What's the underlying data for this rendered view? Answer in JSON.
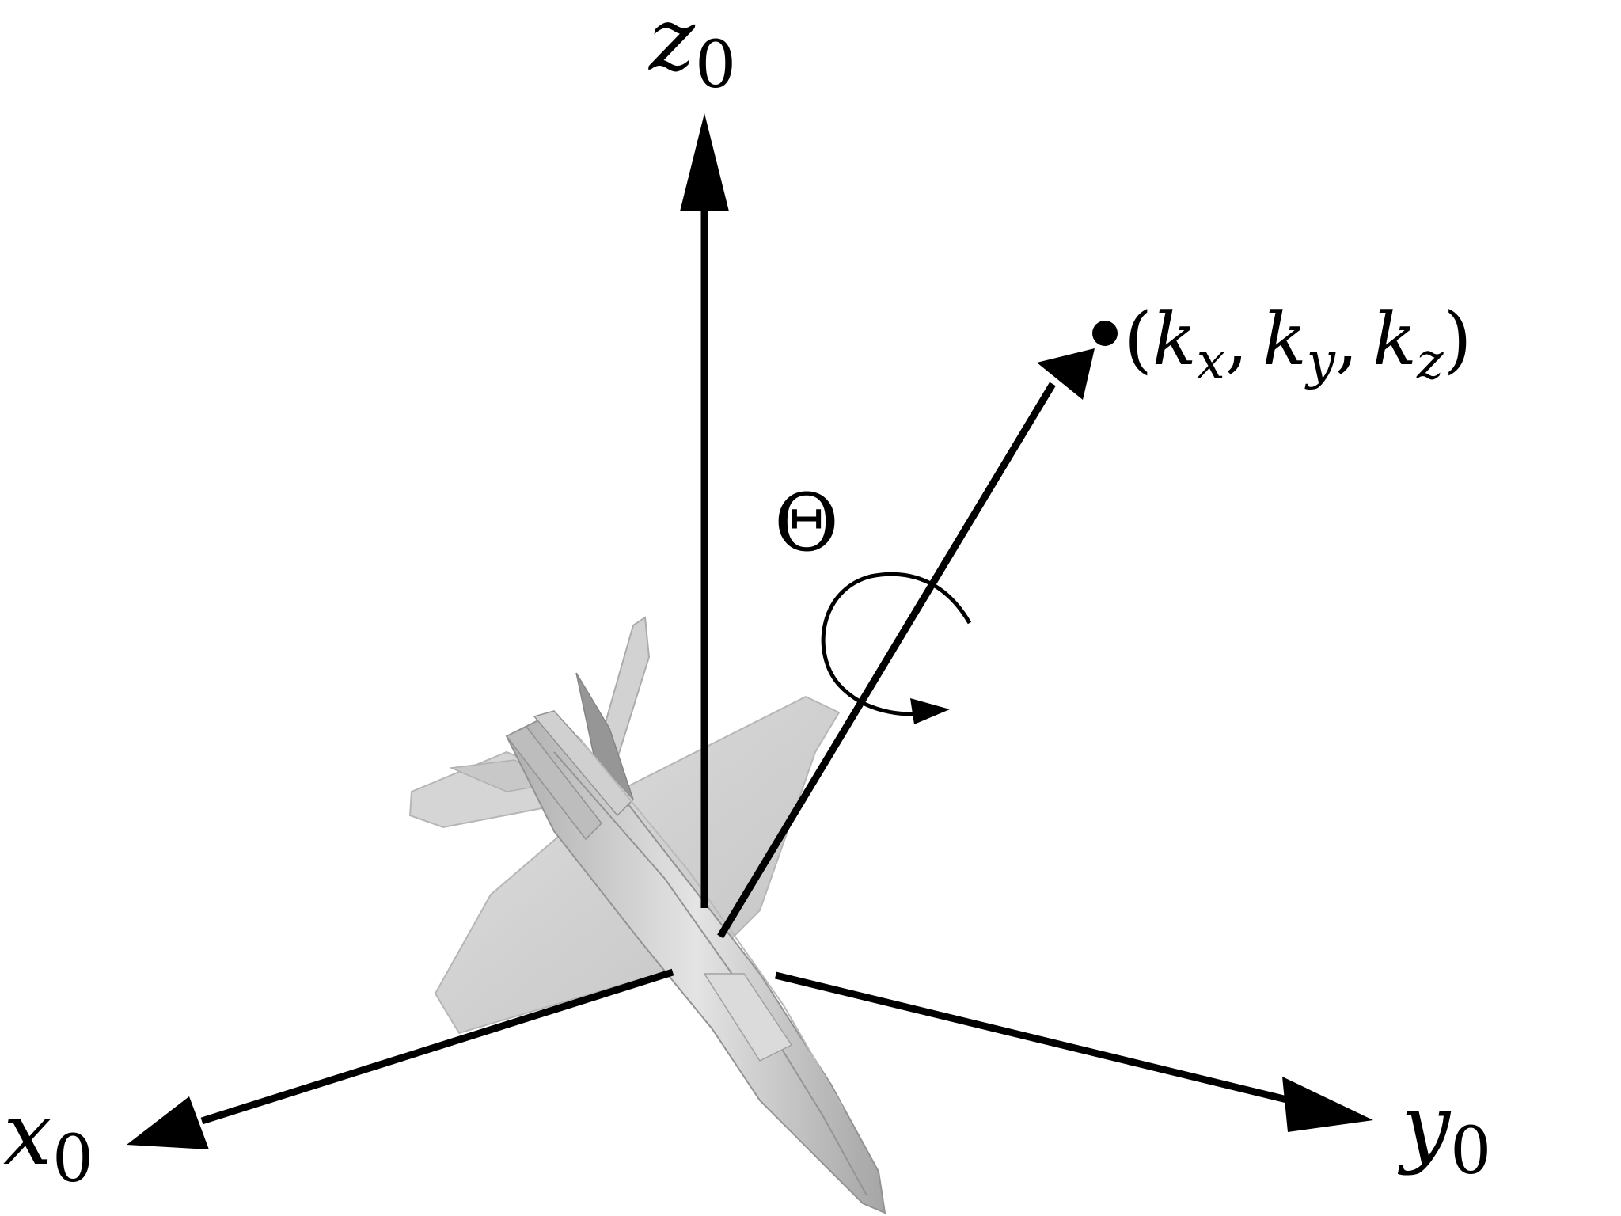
{
  "diagram": {
    "axes": {
      "z": {
        "symbol": "z",
        "subscript": "0"
      },
      "x": {
        "symbol": "x",
        "subscript": "0"
      },
      "y": {
        "symbol": "y",
        "subscript": "0"
      }
    },
    "point_label": {
      "open": "(",
      "kx": "k",
      "kx_sub": "x",
      "ky": "k",
      "ky_sub": "y",
      "kz": "k",
      "kz_sub": "z",
      "comma": ",",
      "close": ")"
    },
    "angle_label": "Θ",
    "colors": {
      "ink": "#000000",
      "aircraft_fill": "#c9c9c9",
      "aircraft_light": "#dcdcdc",
      "aircraft_dark": "#9a9a9a",
      "background": "#ffffff"
    },
    "icons": [
      "aircraft-model",
      "rotation-arrow"
    ]
  }
}
